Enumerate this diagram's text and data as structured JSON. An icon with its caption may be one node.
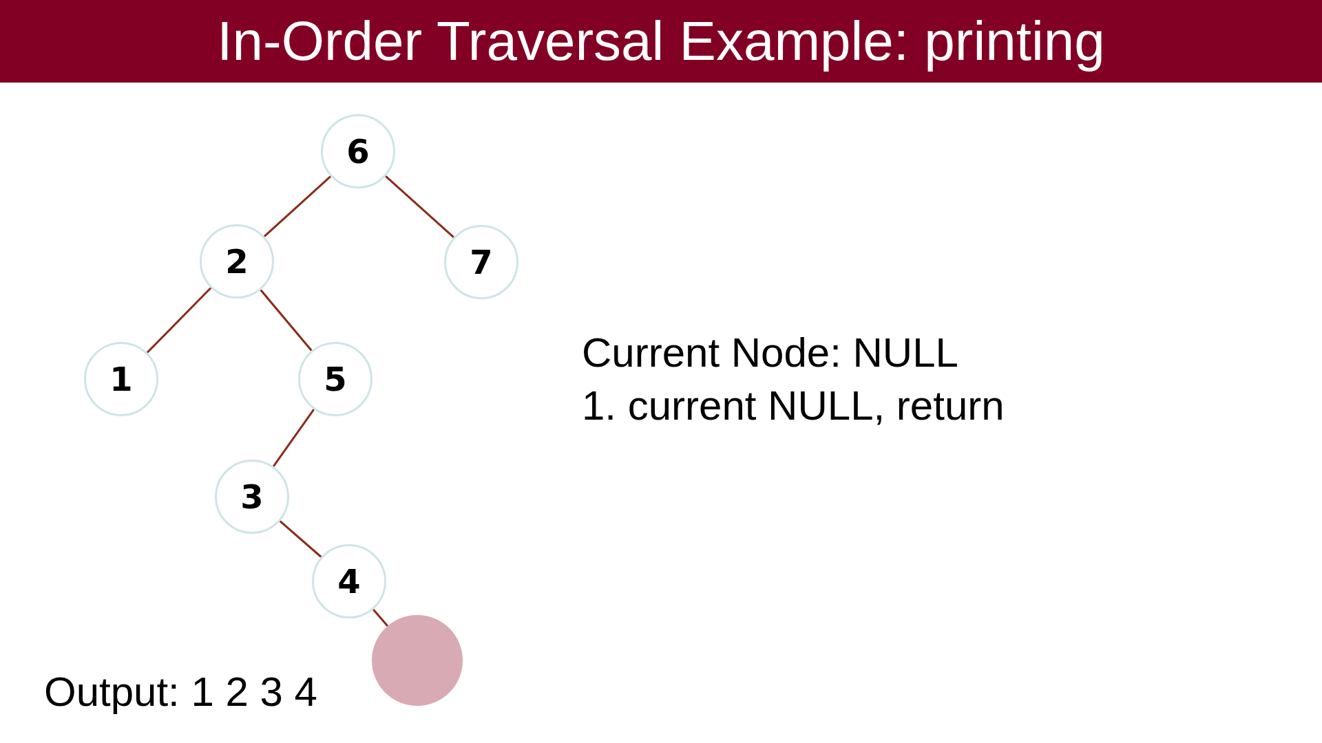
{
  "diagram": {
    "title": "In-Order Traversal Example: printing",
    "nodes": [
      {
        "text": [
          "6"
        ]
      },
      {
        "text": [
          "2"
        ]
      },
      {
        "text": [
          "7"
        ]
      },
      {
        "text": [
          "1"
        ]
      },
      {
        "text": [
          "5"
        ]
      },
      {
        "text": [
          "3"
        ]
      },
      {
        "text": [
          "4"
        ]
      },
      {
        "text": [],
        "shape": "circle"
      }
    ],
    "edges": [
      {
        "from": 0,
        "to": 1,
        "arrow": "none"
      },
      {
        "from": 0,
        "to": 2,
        "arrow": "none"
      },
      {
        "from": 1,
        "to": 3,
        "arrow": "none"
      },
      {
        "from": 1,
        "to": 4,
        "arrow": "none"
      },
      {
        "from": 4,
        "to": 5,
        "arrow": "none"
      },
      {
        "from": 5,
        "to": 6,
        "arrow": "none"
      },
      {
        "from": 6,
        "to": 7,
        "arrow": "none"
      }
    ],
    "labels": [
      "Current Node: NULL",
      "1. current NULL, return",
      "Output: 1 2 3 4"
    ]
  }
}
